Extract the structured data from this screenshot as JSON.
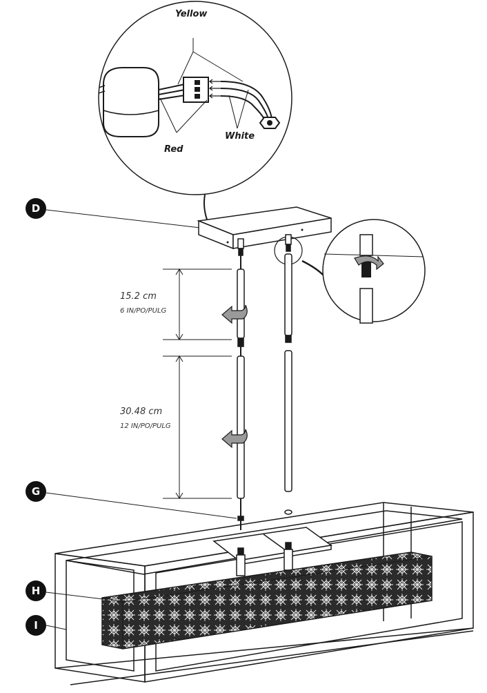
{
  "wire_labels": {
    "yellow": "Yellow",
    "red": "Red",
    "white": "White"
  },
  "measurements": {
    "short_rod_cm": "15.2 cm",
    "short_rod_in": "6 IN/PO/PULG",
    "long_rod_cm": "30.48 cm",
    "long_rod_in": "12 IN/PO/PULG"
  },
  "part_labels": {
    "D": "D",
    "G": "G",
    "H": "H",
    "I": "I"
  },
  "colors": {
    "line": "#1a1a1a",
    "badge": "#111111",
    "arrow_fill": "#9a9a9a",
    "shade_fill": "#2b2b2b"
  }
}
